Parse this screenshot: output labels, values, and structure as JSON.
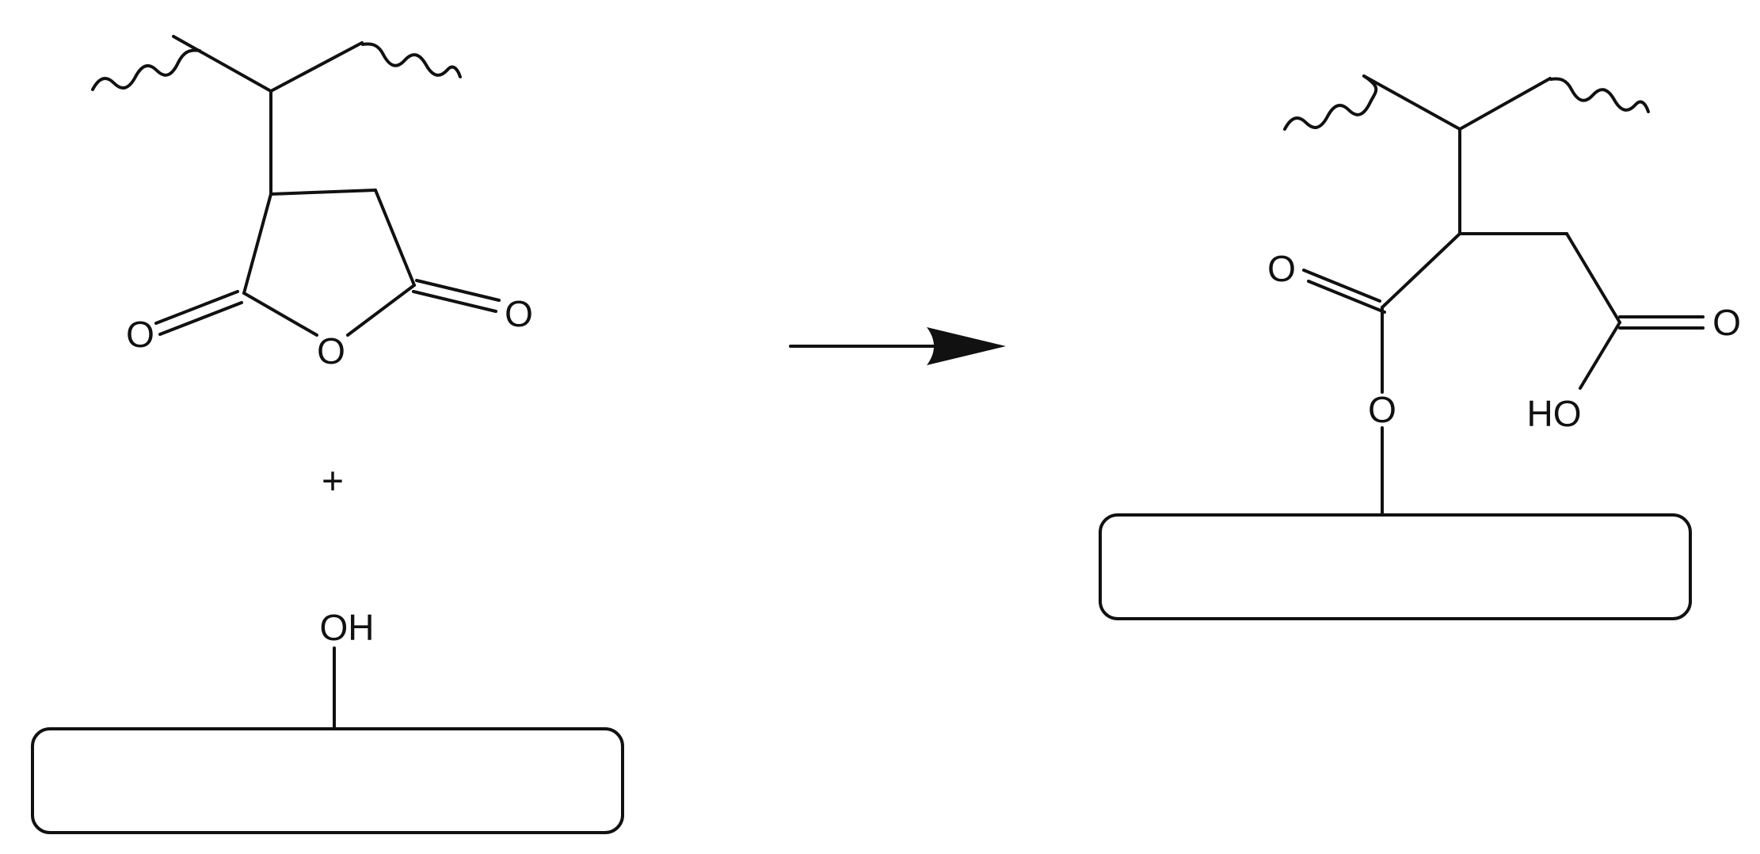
{
  "scheme": {
    "reactant_polymer": {
      "atoms": {
        "ring_oxygen": "O",
        "carbonyl_oxygen_left": "O",
        "carbonyl_oxygen_right": "O"
      }
    },
    "operator": "+",
    "reactant_surface": {
      "hydroxyl": "OH"
    },
    "product": {
      "atoms": {
        "ester_carbonyl_oxygen": "O",
        "ester_oxygen": "O",
        "acid_carbonyl_oxygen": "O",
        "acid_hydroxyl": "HO"
      }
    }
  },
  "colors": {
    "stroke": "#111111",
    "background": "#ffffff"
  }
}
